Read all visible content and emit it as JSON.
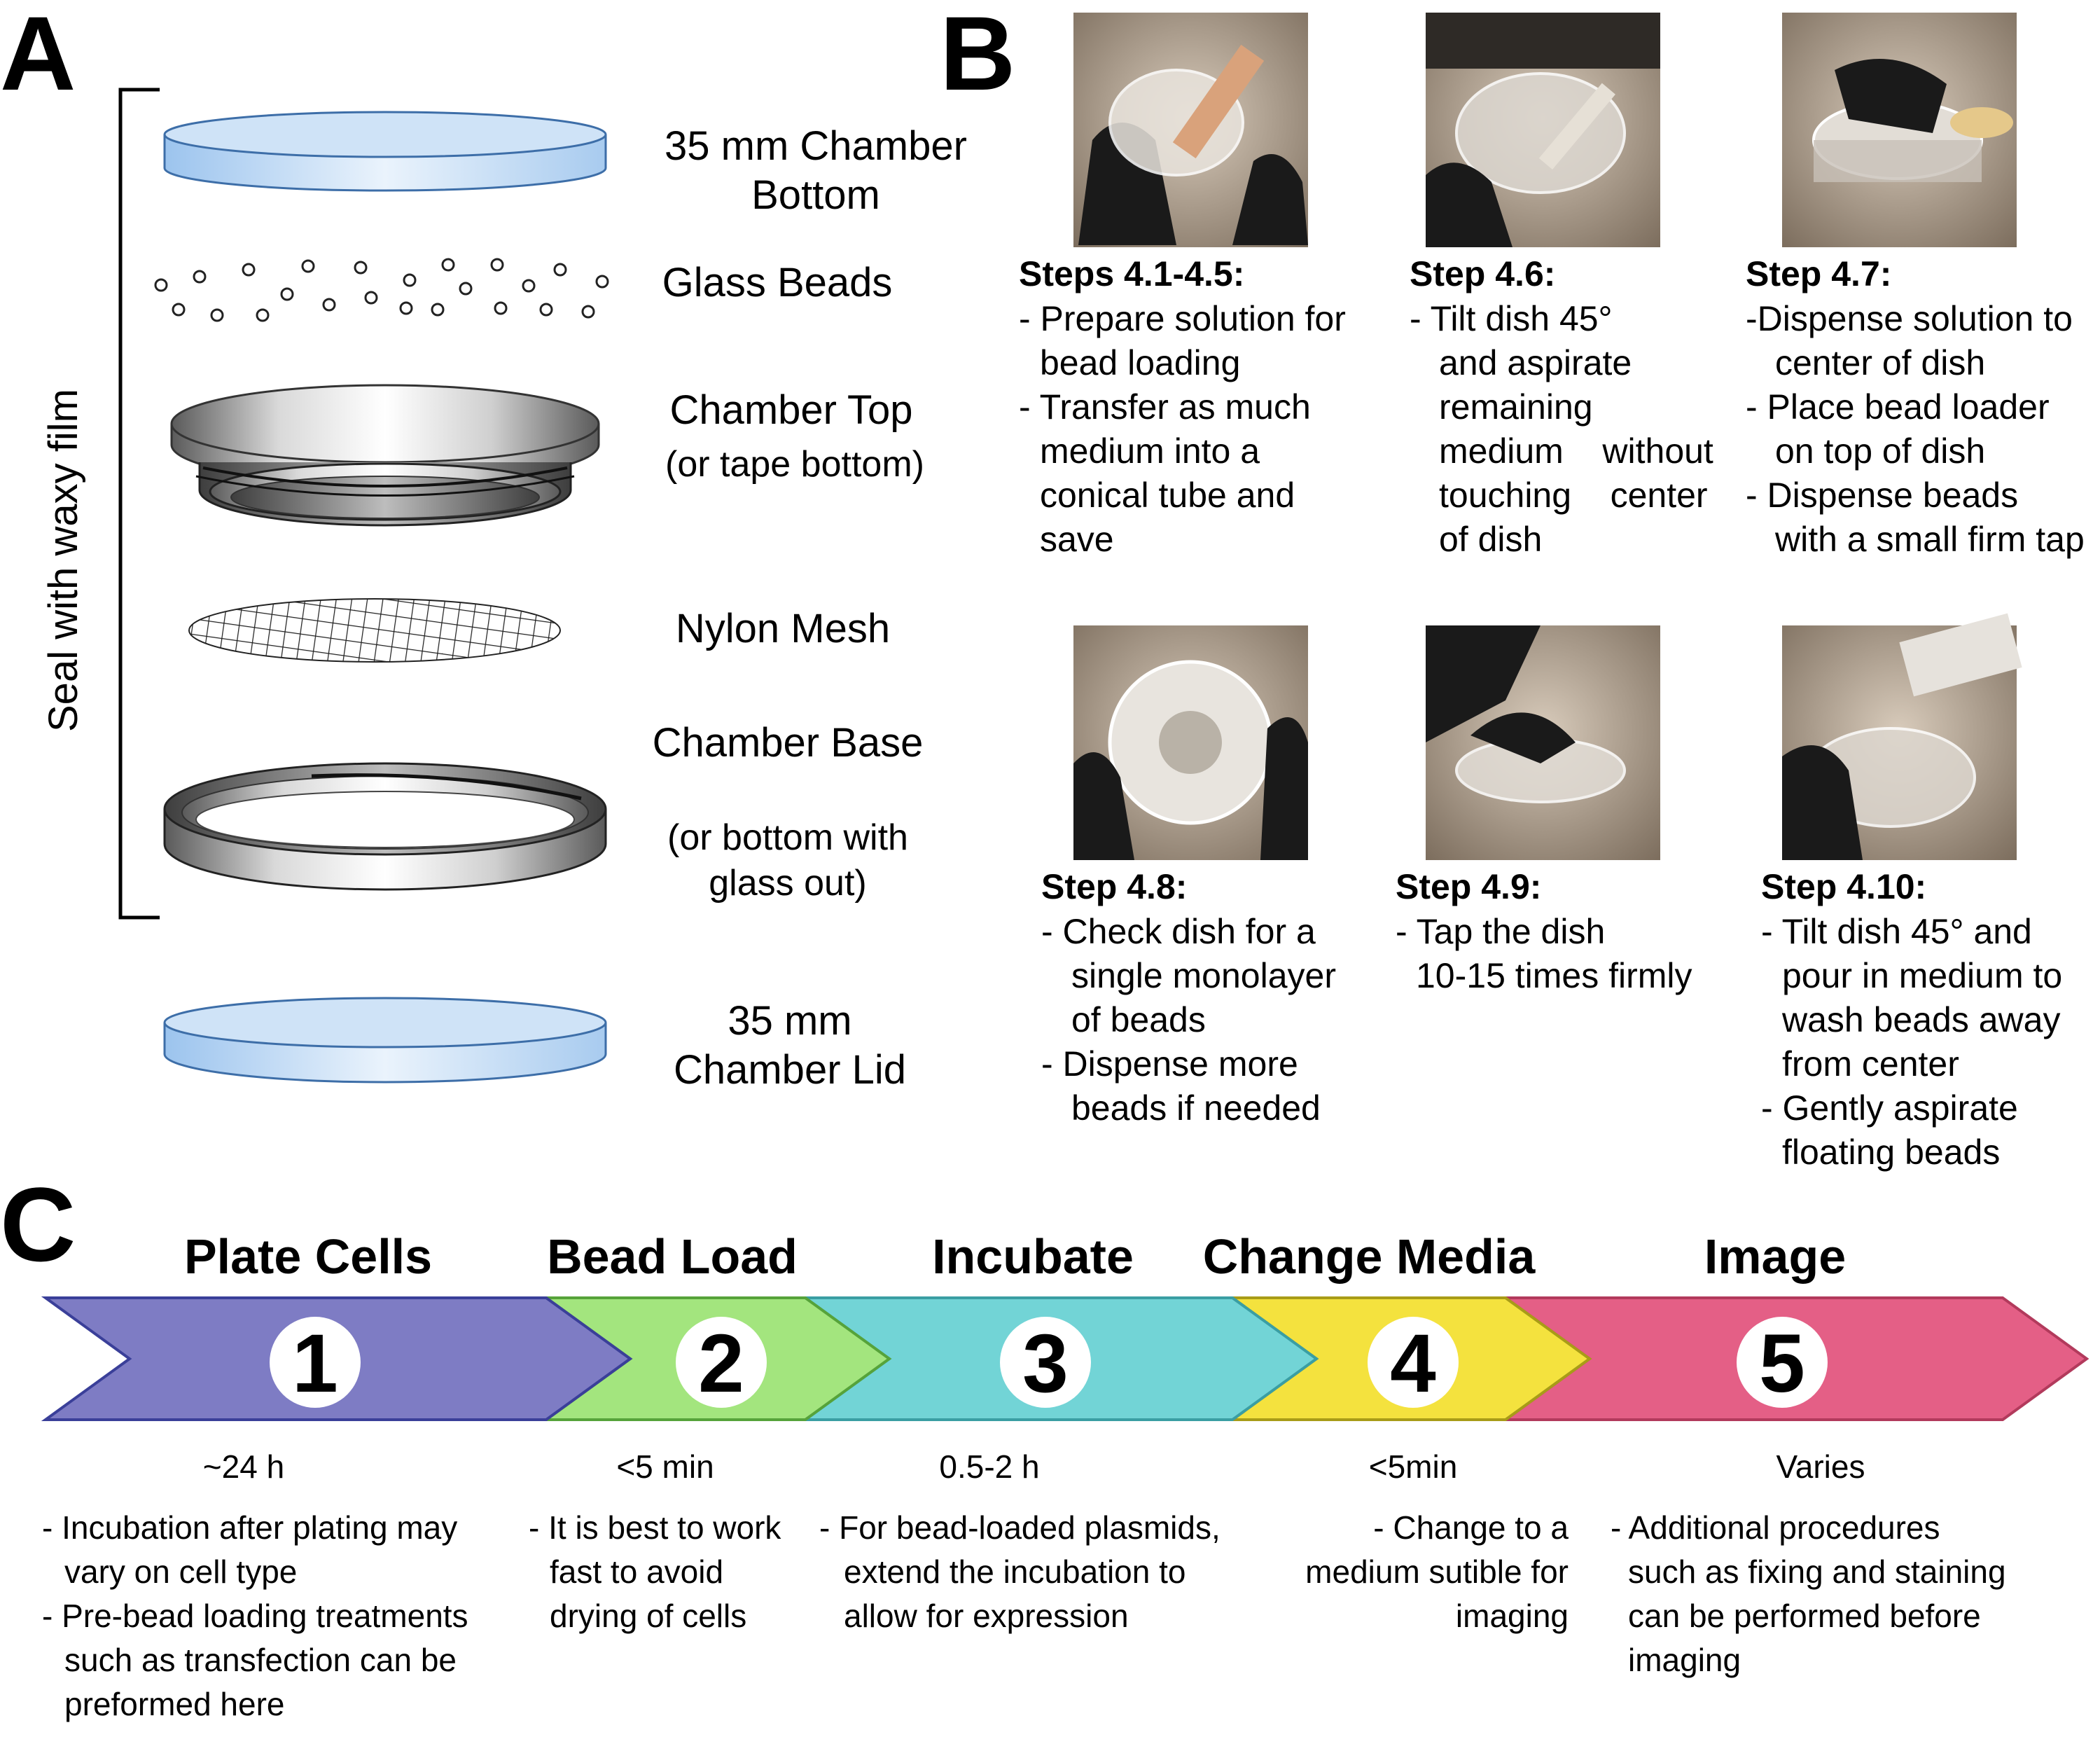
{
  "panel_a": {
    "letter": "A",
    "bracket_label": "Seal with waxy film",
    "components": [
      {
        "lines": [
          "35 mm Chamber",
          "Bottom"
        ]
      },
      {
        "lines": [
          "Glass Beads"
        ]
      },
      {
        "lines": [
          "Chamber Top",
          "(or tape bottom)"
        ]
      },
      {
        "lines": [
          "Nylon Mesh"
        ]
      },
      {
        "lines": [
          "Chamber Base",
          "",
          "(or bottom with",
          "glass out)"
        ]
      },
      {
        "lines": [
          "35 mm",
          "Chamber Lid"
        ]
      }
    ]
  },
  "panel_b": {
    "letter": "B",
    "steps": [
      {
        "title": "Steps 4.1-4.5:",
        "lines": [
          "- Prepare solution for",
          "  bead loading",
          "- Transfer as much",
          "  medium into a",
          "  conical tube and",
          "  save"
        ]
      },
      {
        "title": "Step 4.6:",
        "lines": [
          "- Tilt dish 45°",
          "  and aspirate",
          "  remaining",
          "  medium    without",
          "  touching    center",
          "  of dish"
        ]
      },
      {
        "title": "Step 4.7:",
        "lines": [
          "-Dispense solution to",
          "  center of dish",
          "- Place bead loader",
          "  on top of dish",
          "- Dispense beads",
          "  with a small firm tap"
        ]
      },
      {
        "title": "Step 4.8:",
        "lines": [
          "- Check dish for a",
          "  single monolayer",
          "  of beads",
          "- Dispense more",
          "  beads if needed"
        ]
      },
      {
        "title": "Step 4.9:",
        "lines": [
          "- Tap the dish",
          "  10-15 times firmly"
        ]
      },
      {
        "title": "Step 4.10:",
        "lines": [
          "- Tilt dish 45° and",
          "  pour in medium to",
          "  wash beads away",
          "  from center",
          "- Gently aspirate",
          "  floating beads"
        ]
      }
    ]
  },
  "panel_c": {
    "letter": "C",
    "stages": [
      {
        "title": "Plate Cells",
        "number": "1",
        "duration": "~24 h",
        "color": "#7e7cc4",
        "notes": [
          "- Incubation after plating may",
          "  vary on cell type",
          "- Pre-bead loading treatments",
          "  such as transfection can be",
          "  preformed here"
        ]
      },
      {
        "title": "Bead Load",
        "number": "2",
        "duration": "<5 min",
        "color": "#a3e57e",
        "notes": [
          "- It is best to work",
          "  fast to avoid",
          "  drying of cells"
        ]
      },
      {
        "title": "Incubate",
        "number": "3",
        "duration": "0.5-2 h",
        "color": "#72d4d6",
        "notes": [
          "- For bead-loaded plasmids,",
          "  extend the incubation to",
          "  allow for expression"
        ]
      },
      {
        "title": "Change Media",
        "number": "4",
        "duration": "<5min",
        "color": "#f4e23e",
        "notes": [
          "- Change to a",
          "medium sutible for",
          "imaging"
        ]
      },
      {
        "title": "Image",
        "number": "5",
        "duration": "Varies",
        "color": "#e45f86",
        "notes": [
          "- Additional procedures",
          "  such as fixing and staining",
          "  can be performed before",
          "  imaging"
        ]
      }
    ]
  },
  "photo_icons": [
    "hand-holding-dish-pipette-photo",
    "dish-aspirate-photo",
    "bead-loader-on-dish-photo",
    "dish-monolayer-photo",
    "tapping-dish-photo",
    "pouring-medium-photo"
  ]
}
